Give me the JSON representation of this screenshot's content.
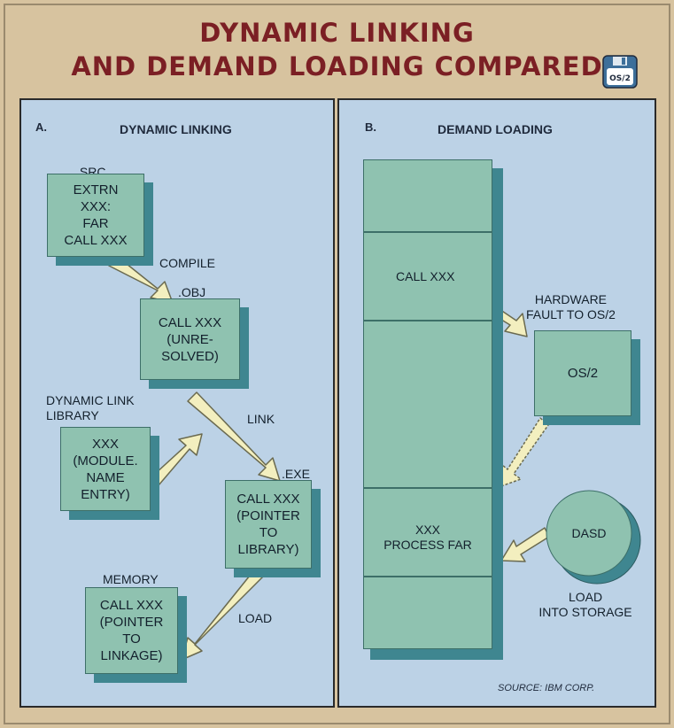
{
  "title": {
    "line1": "DYNAMIC LINKING",
    "line2": "AND DEMAND LOADING COMPARED",
    "badge": "OS/2",
    "badge_icon": "floppy-disk-icon"
  },
  "panel_a": {
    "letter": "A.",
    "heading": "DYNAMIC LINKING",
    "src_label": ".SRC",
    "src_box": "EXTRN\nXXX:\nFAR\nCALL XXX",
    "compile_label": "COMPILE",
    "obj_label": ".OBJ",
    "obj_box": "CALL XXX\n(UNRE-\nSOLVED)",
    "dll_label": "DYNAMIC LINK\nLIBRARY",
    "dll_box": "XXX\n(MODULE.\nNAME\nENTRY)",
    "link_label": "LINK",
    "exe_label": ".EXE",
    "exe_box": "CALL XXX\n(POINTER\nTO\nLIBRARY)",
    "memory_label": "MEMORY",
    "memory_box": "CALL XXX\n(POINTER\nTO\nLINKAGE)",
    "load_label": "LOAD"
  },
  "panel_b": {
    "letter": "B.",
    "heading": "DEMAND LOADING",
    "call_text": "CALL XXX",
    "fault_label": "HARDWARE\nFAULT TO OS/2",
    "os2_box": "OS/2",
    "process_text": "XXX\nPROCESS FAR",
    "dasd_label": "DASD",
    "load_label": "LOAD\nINTO STORAGE",
    "source": "SOURCE: IBM CORP."
  },
  "colors": {
    "background": "#d7c39f",
    "title": "#7b1f24",
    "panel": "#bcd2e6",
    "box_face": "#8fc2b0",
    "box_side": "#3f8690",
    "arrow": "#f3efbf"
  }
}
